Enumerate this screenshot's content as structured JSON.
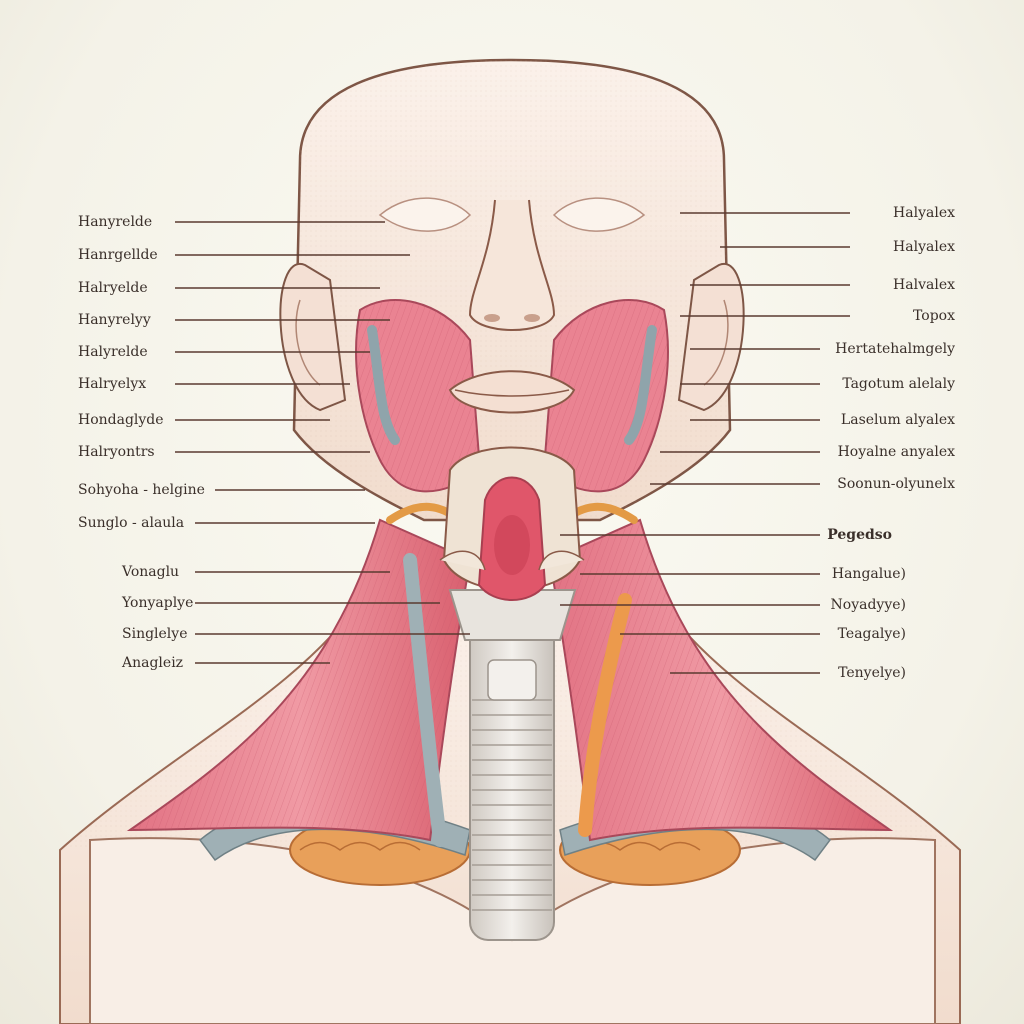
{
  "diagram": {
    "left_labels": [
      "Hanyrelde",
      "Hanrgellde",
      "Halryelde",
      "Hanyrelyy",
      "Halyrelde",
      "Halryelyx",
      "Hondaglyde",
      "Halryontrs",
      "Sohyoha - helgine",
      "Sunglo - alaula",
      "Vonaglu",
      "Yonyaplye",
      "Singlelye",
      "Anagleiz"
    ],
    "right_labels": [
      "Halyalex",
      "Halyalex",
      "Halvalex",
      "Topox",
      "Hertatehalmgely",
      "Tagotum alelaly",
      "Laselum alyalex",
      "Hoyalne anyalex",
      "Soonun-olyunelx",
      "Pegedso",
      "Hangalue)",
      "Noyadyye)",
      "Teagalye)",
      "Tenyelye)"
    ],
    "colors": {
      "muscle": "#e9828f",
      "muscle_dark": "#c9586b",
      "skin": "#f6e6da",
      "outline": "#8a5a48",
      "vessel": "#9aaab0",
      "gland": "#e99a55",
      "trachea": "#e6e2dc",
      "leader_line": "#5a3a30"
    }
  }
}
